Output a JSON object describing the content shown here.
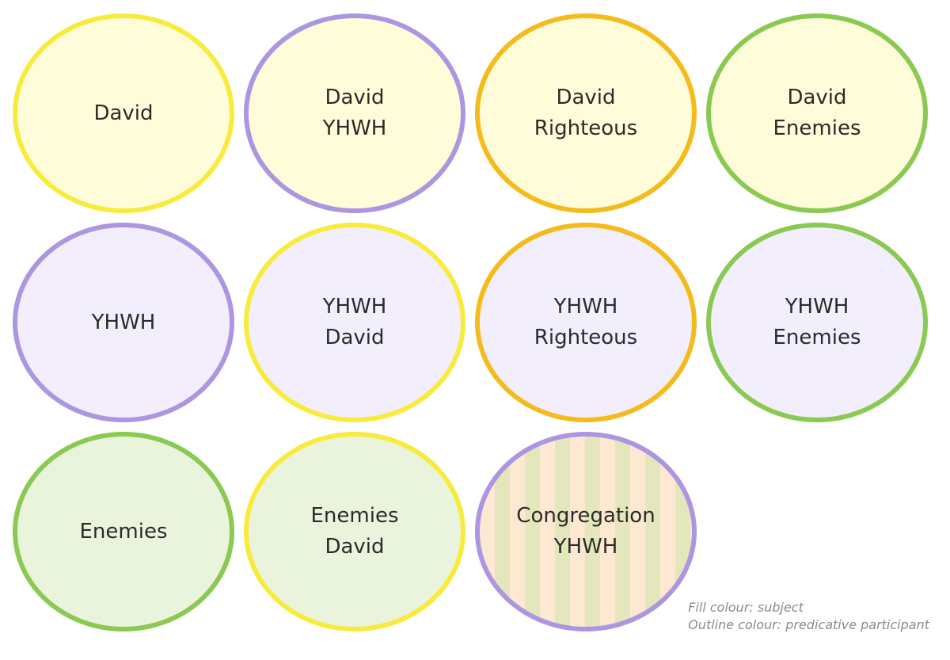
{
  "colors": {
    "david_fill": "#FFFDD9",
    "yhwh_fill": "#F2EEFC",
    "enemies_fill": "#EAF4DC",
    "congregation_fill": "#FDE9D2",
    "congregation_stripe": "#E4E6BC",
    "david_outline": "#F8EB3E",
    "yhwh_outline": "#AC96E0",
    "righteous_outline": "#F4BB1D",
    "enemies_outline": "#8AC952"
  },
  "circles": [
    {
      "row": 0,
      "col": 0,
      "fill": "david",
      "outline": "david",
      "lines": [
        "David"
      ]
    },
    {
      "row": 0,
      "col": 1,
      "fill": "david",
      "outline": "yhwh",
      "lines": [
        "David",
        "YHWH"
      ]
    },
    {
      "row": 0,
      "col": 2,
      "fill": "david",
      "outline": "righteous",
      "lines": [
        "David",
        "Righteous"
      ]
    },
    {
      "row": 0,
      "col": 3,
      "fill": "david",
      "outline": "enemies",
      "lines": [
        "David",
        "Enemies"
      ]
    },
    {
      "row": 1,
      "col": 0,
      "fill": "yhwh",
      "outline": "yhwh",
      "lines": [
        "YHWH"
      ]
    },
    {
      "row": 1,
      "col": 1,
      "fill": "yhwh",
      "outline": "david",
      "lines": [
        "YHWH",
        "David"
      ]
    },
    {
      "row": 1,
      "col": 2,
      "fill": "yhwh",
      "outline": "righteous",
      "lines": [
        "YHWH",
        "Righteous"
      ]
    },
    {
      "row": 1,
      "col": 3,
      "fill": "yhwh",
      "outline": "enemies",
      "lines": [
        "YHWH",
        "Enemies"
      ]
    },
    {
      "row": 2,
      "col": 0,
      "fill": "enemies",
      "outline": "enemies",
      "lines": [
        "Enemies"
      ]
    },
    {
      "row": 2,
      "col": 1,
      "fill": "enemies",
      "outline": "david",
      "lines": [
        "Enemies",
        "David"
      ]
    },
    {
      "row": 2,
      "col": 2,
      "fill": "congregation",
      "outline": "yhwh",
      "lines": [
        "Congregation",
        "YHWH"
      ]
    }
  ],
  "legend": {
    "fill_line": "Fill colour: subject",
    "outline_line": "Outline colour: predicative participant"
  }
}
